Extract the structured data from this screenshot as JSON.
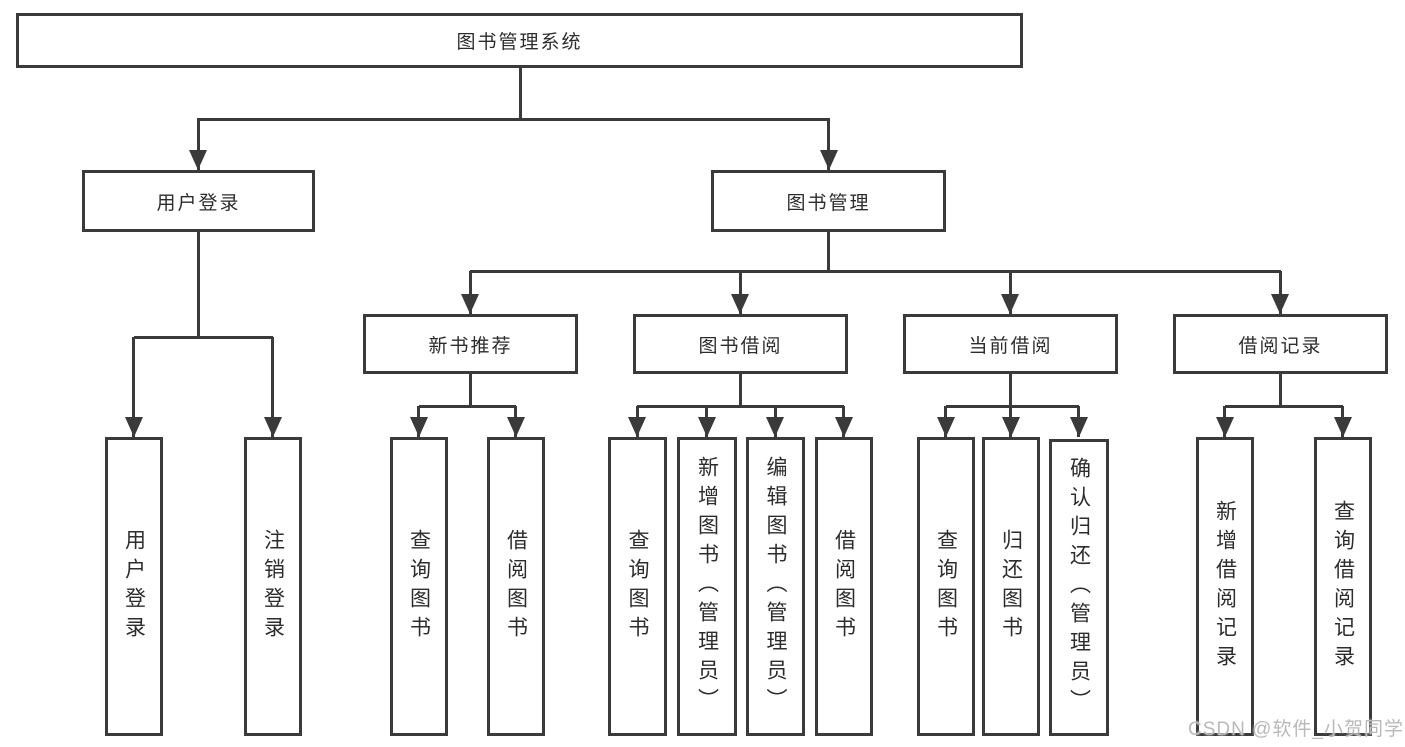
{
  "diagram": {
    "root": {
      "label": "图书管理系统"
    },
    "level2": [
      {
        "label": "用户登录"
      },
      {
        "label": "图书管理"
      }
    ],
    "level3": [
      {
        "label": "新书推荐"
      },
      {
        "label": "图书借阅"
      },
      {
        "label": "当前借阅"
      },
      {
        "label": "借阅记录"
      }
    ],
    "leaves": {
      "user_login": [
        "用户登录",
        "注销登录"
      ],
      "new_book": [
        "查询图书",
        "借阅图书"
      ],
      "book_borrow": [
        "查询图书",
        "新增图书（管理员）",
        "编辑图书（管理员）",
        "借阅图书"
      ],
      "current_borrow": [
        "查询图书",
        "归还图书",
        "确认归还（管理员）"
      ],
      "borrow_record": [
        "新增借阅记录",
        "查询借阅记录"
      ]
    }
  },
  "watermark": "CSDN @软件_小贺同学",
  "colors": {
    "line": "#3a3a3a",
    "text": "#2d2d2d",
    "watermark": "#b9b9b9",
    "background": "#ffffff"
  }
}
